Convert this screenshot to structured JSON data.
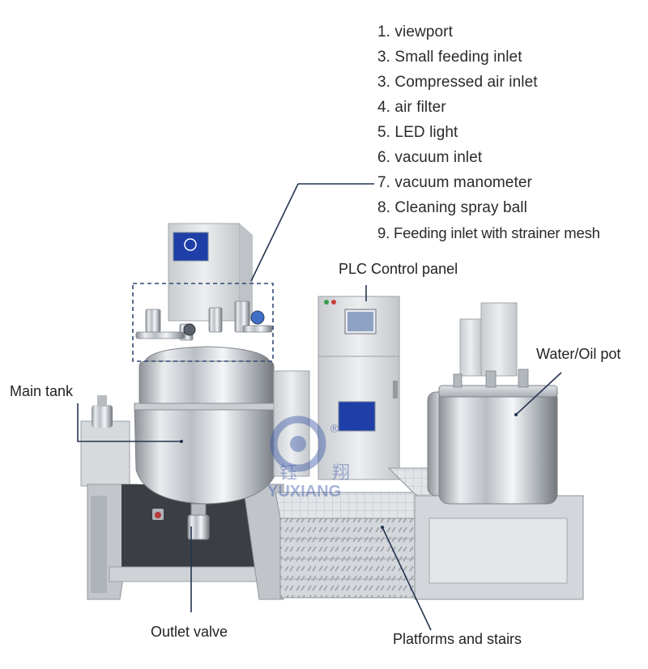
{
  "legend": [
    "1. viewport",
    "3. Small feeding inlet",
    "3. Compressed air inlet",
    "4. air filter",
    "5. LED light",
    "6. vacuum inlet",
    "7. vacuum manometer",
    "8. Cleaning spray ball",
    "9. Feeding inlet with strainer mesh"
  ],
  "callouts": {
    "plc": "PLC Control panel",
    "water_oil": "Water/Oil pot",
    "main_tank": "Main tank",
    "outlet_valve": "Outlet valve",
    "platforms": "Platforms and stairs"
  },
  "branding": {
    "name": "YUXIANG",
    "cn_text": "钰 翔",
    "registered": "®"
  },
  "colors": {
    "leader_line": "#24344f",
    "highlight_box": "#2f4a73",
    "screen_blue": "#1e3fa8",
    "brand_blue": "#3f5aa8"
  }
}
